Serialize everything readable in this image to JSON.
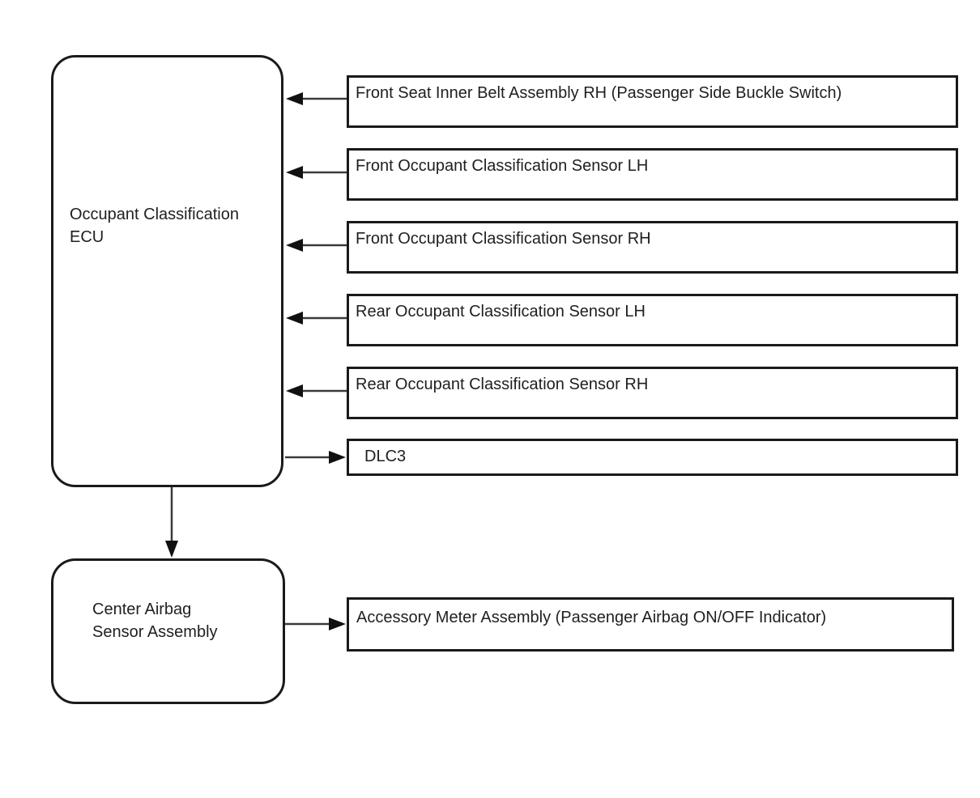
{
  "diagram_type": "system-block-diagram",
  "colors": {
    "background": "#ffffff",
    "line": "#1a1a1a"
  },
  "nodes": {
    "ecu": "Occupant Classification\nECU",
    "center_airbag": "Center Airbag\nSensor Assembly",
    "accessory_meter": "Accessory Meter Assembly (Passenger Airbag ON/OFF Indicator)",
    "right_boxes": [
      "Front Seat Inner Belt Assembly RH (Passenger Side Buckle Switch)",
      "Front Occupant Classification Sensor LH",
      "Front Occupant Classification Sensor RH",
      "Rear Occupant Classification Sensor LH",
      "Rear Occupant Classification Sensor RH",
      "DLC3"
    ]
  },
  "connections": [
    {
      "from": "Front Seat Inner Belt Assembly RH (Passenger Side Buckle Switch)",
      "to": "Occupant Classification ECU",
      "arrow_points": "left"
    },
    {
      "from": "Front Occupant Classification Sensor LH",
      "to": "Occupant Classification ECU",
      "arrow_points": "left"
    },
    {
      "from": "Front Occupant Classification Sensor RH",
      "to": "Occupant Classification ECU",
      "arrow_points": "left"
    },
    {
      "from": "Rear Occupant Classification Sensor LH",
      "to": "Occupant Classification ECU",
      "arrow_points": "left"
    },
    {
      "from": "Rear Occupant Classification Sensor RH",
      "to": "Occupant Classification ECU",
      "arrow_points": "left"
    },
    {
      "from": "Occupant Classification ECU",
      "to": "DLC3",
      "arrow_points": "right"
    },
    {
      "from": "Occupant Classification ECU",
      "to": "Center Airbag Sensor Assembly",
      "arrow_points": "down"
    },
    {
      "from": "Center Airbag Sensor Assembly",
      "to": "Accessory Meter Assembly (Passenger Airbag ON/OFF Indicator)",
      "arrow_points": "right"
    }
  ]
}
